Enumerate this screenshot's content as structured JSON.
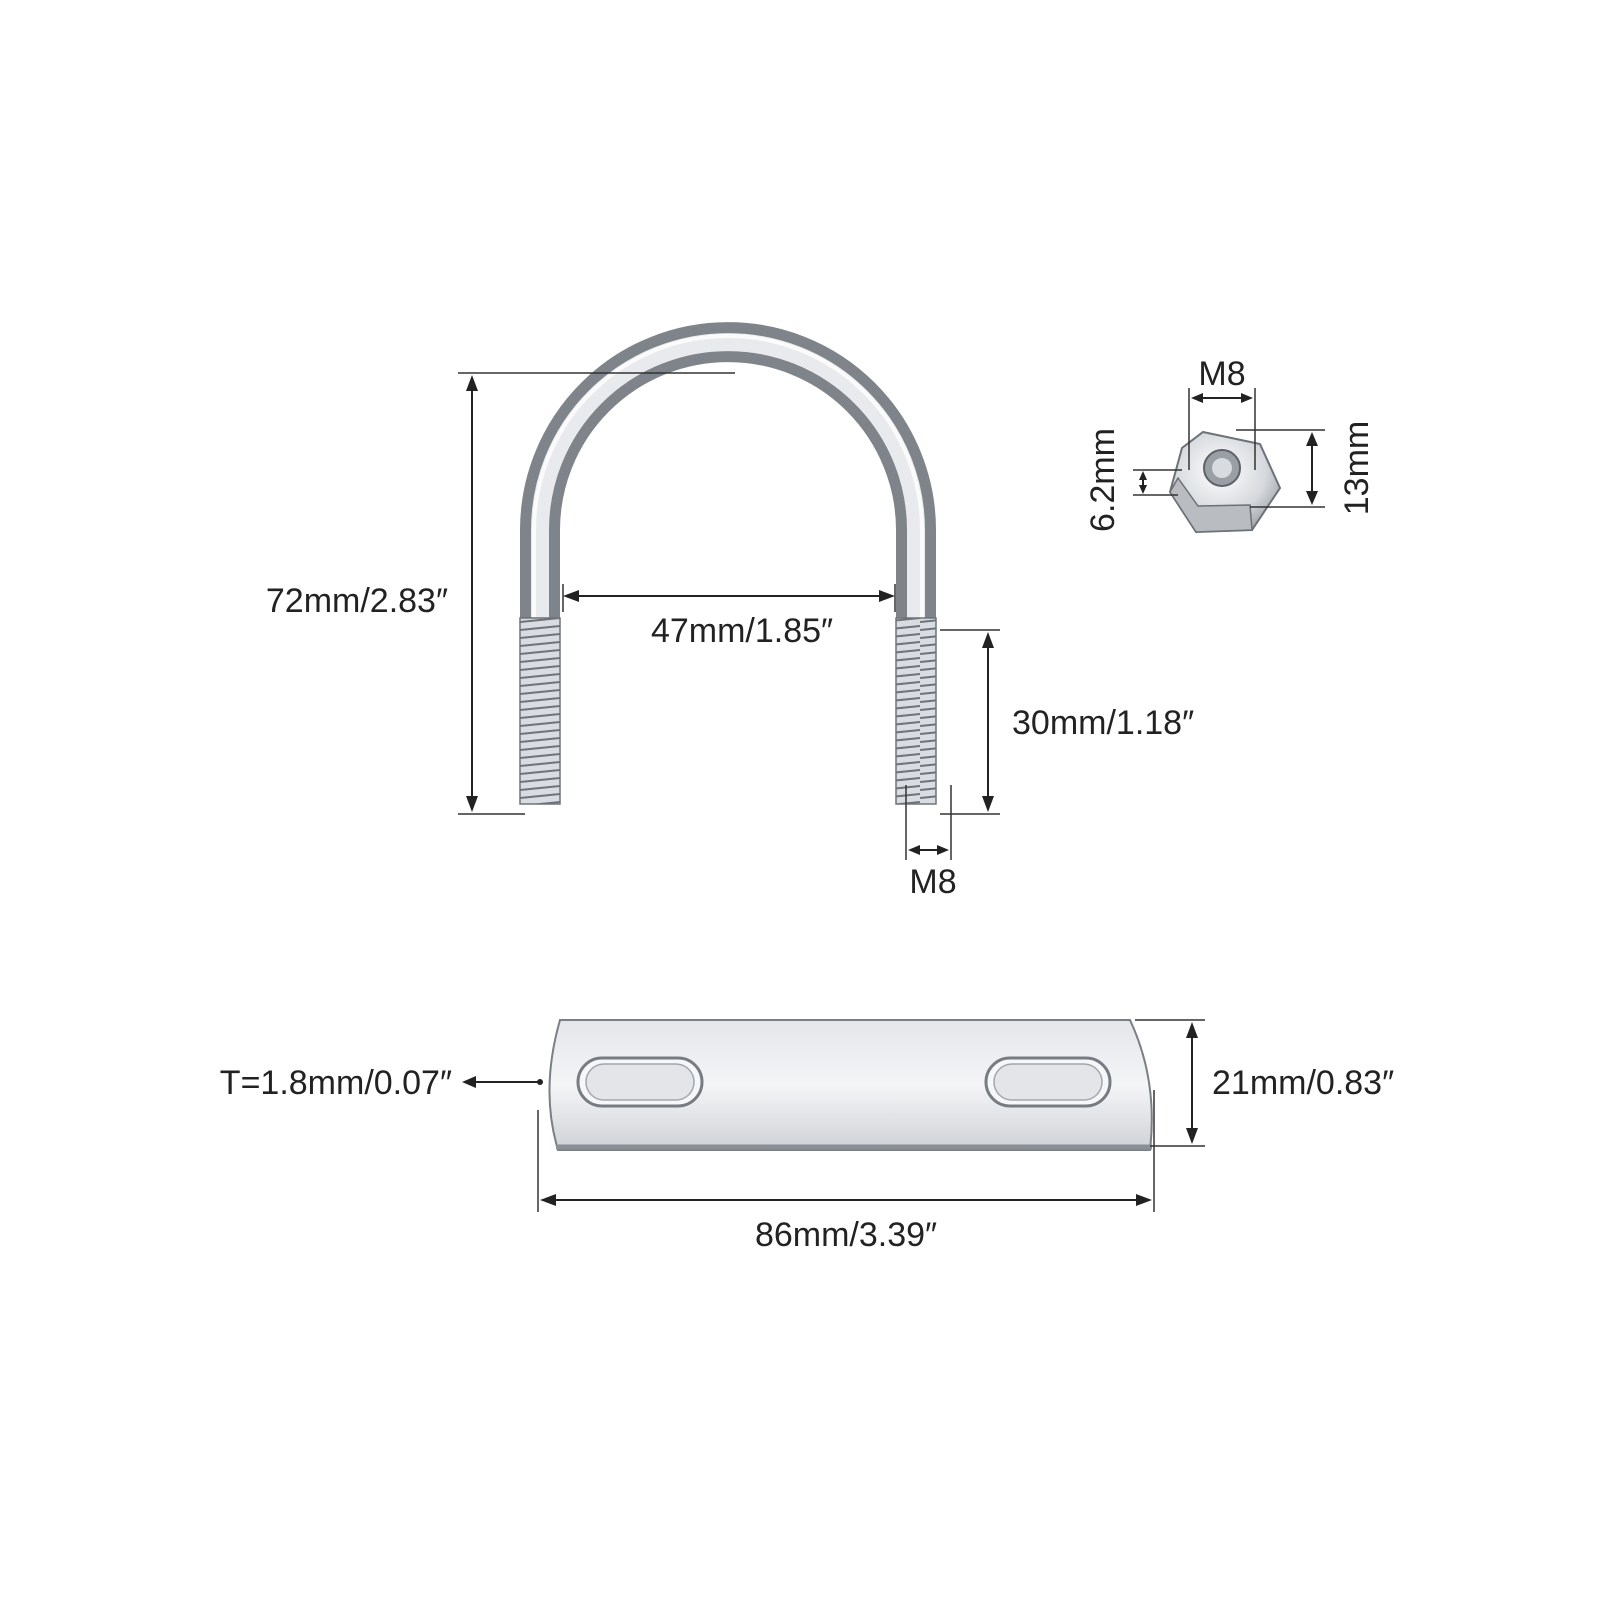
{
  "colors": {
    "background": "#ffffff",
    "line": "#222222",
    "metal_light": "#f2f3f5",
    "metal_mid": "#c9ccd1",
    "metal_dark": "#7d8188"
  },
  "ubolt": {
    "height_label": "72mm/2.83″",
    "inner_width_label": "47mm/1.85″",
    "thread_length_label": "30mm/1.18″",
    "thread_size_label": "M8"
  },
  "nut": {
    "thread_size_label": "M8",
    "thickness_label": "6.2mm",
    "width_label": "13mm"
  },
  "plate": {
    "thickness_label": "T=1.8mm/0.07″",
    "length_label": "86mm/3.39″",
    "width_label": "21mm/0.83″"
  }
}
